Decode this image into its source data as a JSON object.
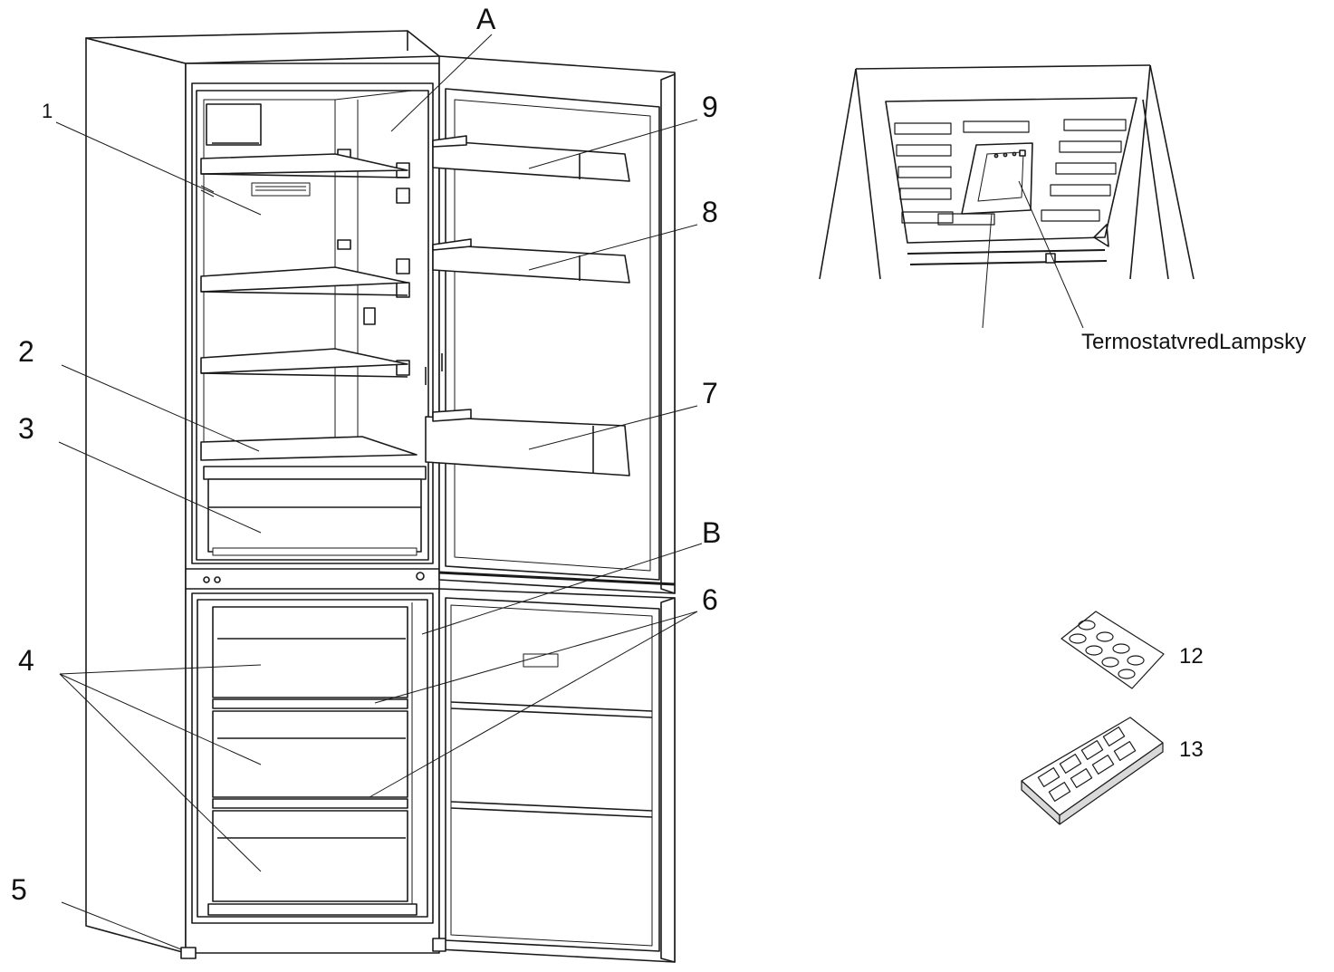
{
  "callouts": {
    "A": "A",
    "n1": "1",
    "n2": "2",
    "n3": "3",
    "n4": "4",
    "n5": "5",
    "n6": "6",
    "n7": "7",
    "n8": "8",
    "n9": "9",
    "B": "B",
    "n12": "12",
    "n13": "13",
    "inset_label": "TermostatvredLampsky"
  },
  "colors": {
    "stroke": "#1a1a1a",
    "fill": "#ffffff",
    "shade": "#d9d9d9"
  }
}
